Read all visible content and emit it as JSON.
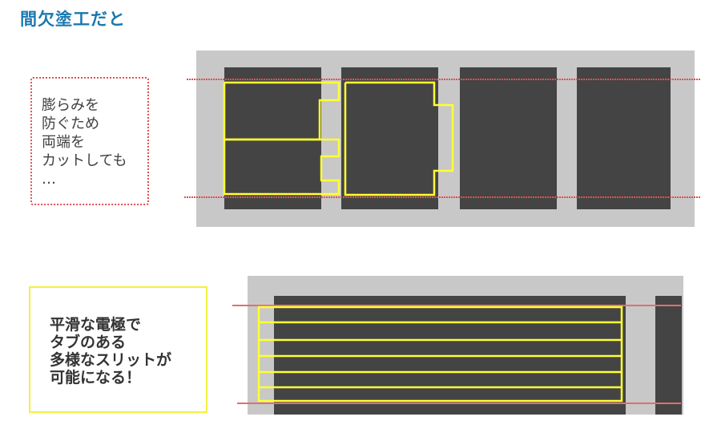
{
  "title": "間欠塗工だと",
  "note_top": "膨らみを\n防ぐため\n両端を\nカットしても\n…",
  "note_bottom": "平滑な電極で\nタブのある\n多様なスリットが\n可能になる！",
  "colors": {
    "title": "#1a78b0",
    "electrode": "#444444",
    "foil": "#c8c8c8",
    "cut_line": "#ffff33",
    "trim_line": "#e05050"
  }
}
